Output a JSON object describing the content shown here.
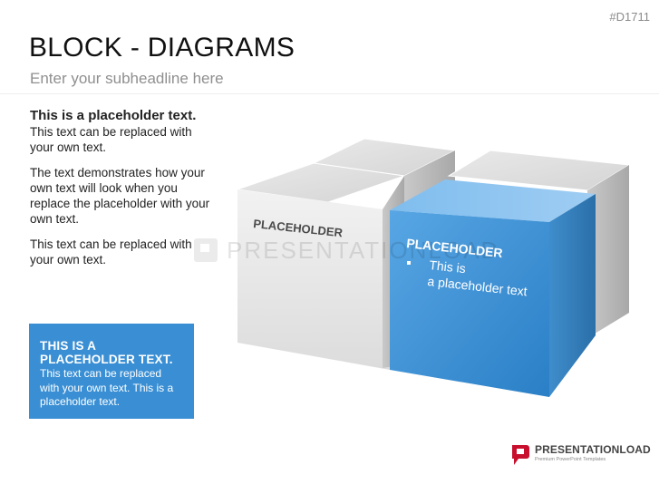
{
  "slide": {
    "id": "#D1711",
    "title": "BLOCK - DIAGRAMS",
    "subtitle": "Enter your subheadline here"
  },
  "left_panel": {
    "heading": "This is a placeholder text.",
    "paragraphs": [
      "This text can be replaced with your own text.",
      "The text demonstrates how your own text will look when you replace the placeholder with your own text.",
      "This text can be replaced with your own text."
    ]
  },
  "blue_box": {
    "heading": "This is a placeholder text.",
    "body": "This text can be replaced with your own text. This is a placeholder text."
  },
  "diagram": {
    "grey_block_label": "PLACEHOLDER",
    "blue_block_label": "PLACEHOLDER",
    "blue_block_bullet": "This is a placeholder text"
  },
  "watermark": "PRESENTATIONLOAD",
  "branding": {
    "name": "PRESENTATIONLOAD",
    "tagline": "Premium PowerPoint Templates"
  },
  "colors": {
    "accent_blue": "#3a8fd4",
    "block_grey": "#e6e6e6",
    "logo_red": "#c8102e"
  }
}
